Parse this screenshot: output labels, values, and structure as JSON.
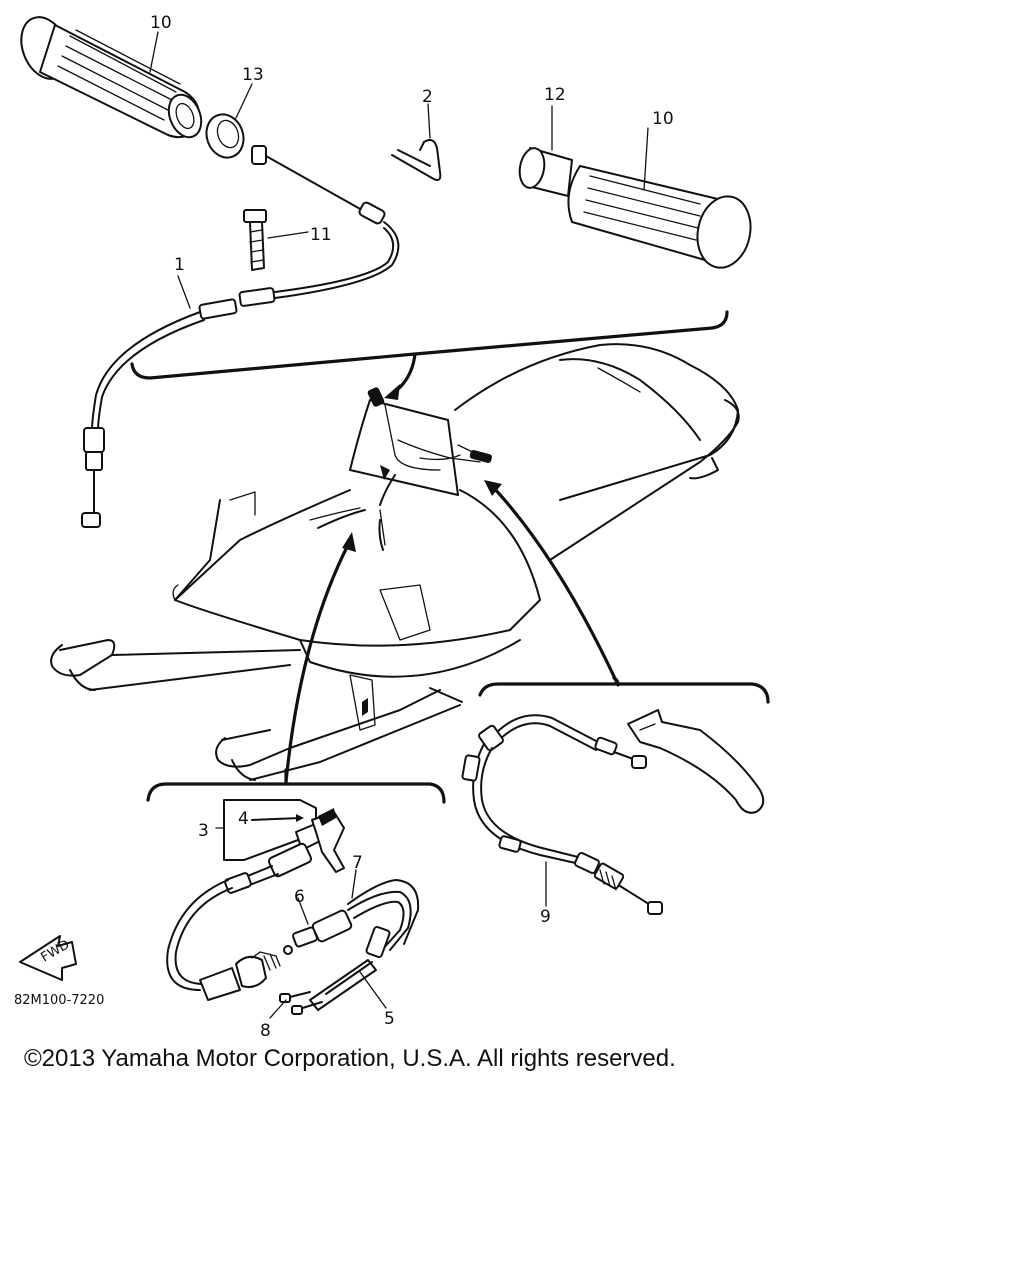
{
  "diagram": {
    "callouts": {
      "c1": "1",
      "c2": "2",
      "c3": "3",
      "c4": "4",
      "c5": "5",
      "c6": "6",
      "c7": "7",
      "c8": "8",
      "c9": "9",
      "c10_left": "10",
      "c10_right": "10",
      "c11": "11",
      "c12": "12",
      "c13": "13"
    },
    "fwd_label": "FWD",
    "diagram_code": "82M100-7220"
  },
  "footer": {
    "copyright": "©2013 Yamaha Motor Corporation, U.S.A. All rights reserved."
  }
}
